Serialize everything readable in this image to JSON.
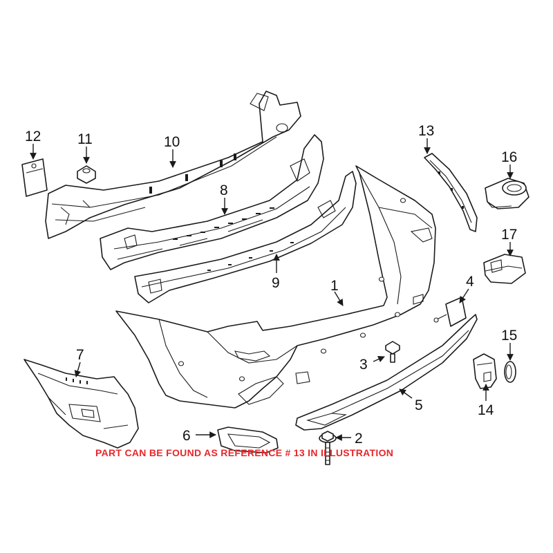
{
  "callouts": {
    "c1": "1",
    "c2": "2",
    "c3": "3",
    "c4": "4",
    "c5": "5",
    "c6": "6",
    "c7": "7",
    "c8": "8",
    "c9": "9",
    "c10": "10",
    "c11": "11",
    "c12": "12",
    "c13": "13",
    "c14": "14",
    "c15": "15",
    "c16": "16",
    "c17": "17"
  },
  "note": {
    "text": "PART CAN BE FOUND AS REFERENCE # 13 IN ILLUSTRATION",
    "color": "#e8262a"
  },
  "colors": {
    "line": "#1a1a1a",
    "background": "#ffffff"
  }
}
